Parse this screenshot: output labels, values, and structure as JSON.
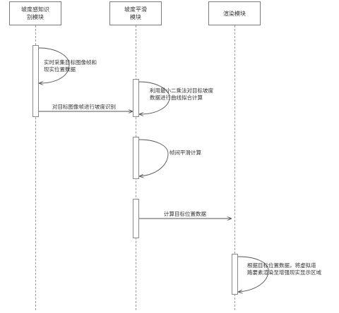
{
  "participants": [
    {
      "name": "坡度感知识\n别模块"
    },
    {
      "name": "坡度平滑\n模块"
    },
    {
      "name": "渲染模块"
    }
  ],
  "messages": [
    {
      "text": "实时采集目标图像帧和\n现实位置数据"
    },
    {
      "text": "利用最小二乘法对目标坡度\n数据进行曲线拟合计算"
    },
    {
      "text": "对目标图像帧进行坡度识别"
    },
    {
      "text": "帧间平滑计算"
    },
    {
      "text": "计算目标位置数据"
    },
    {
      "text": "根据目标位置数据，将虚拟道\n路要素渲染至增强现实显示区域"
    }
  ]
}
